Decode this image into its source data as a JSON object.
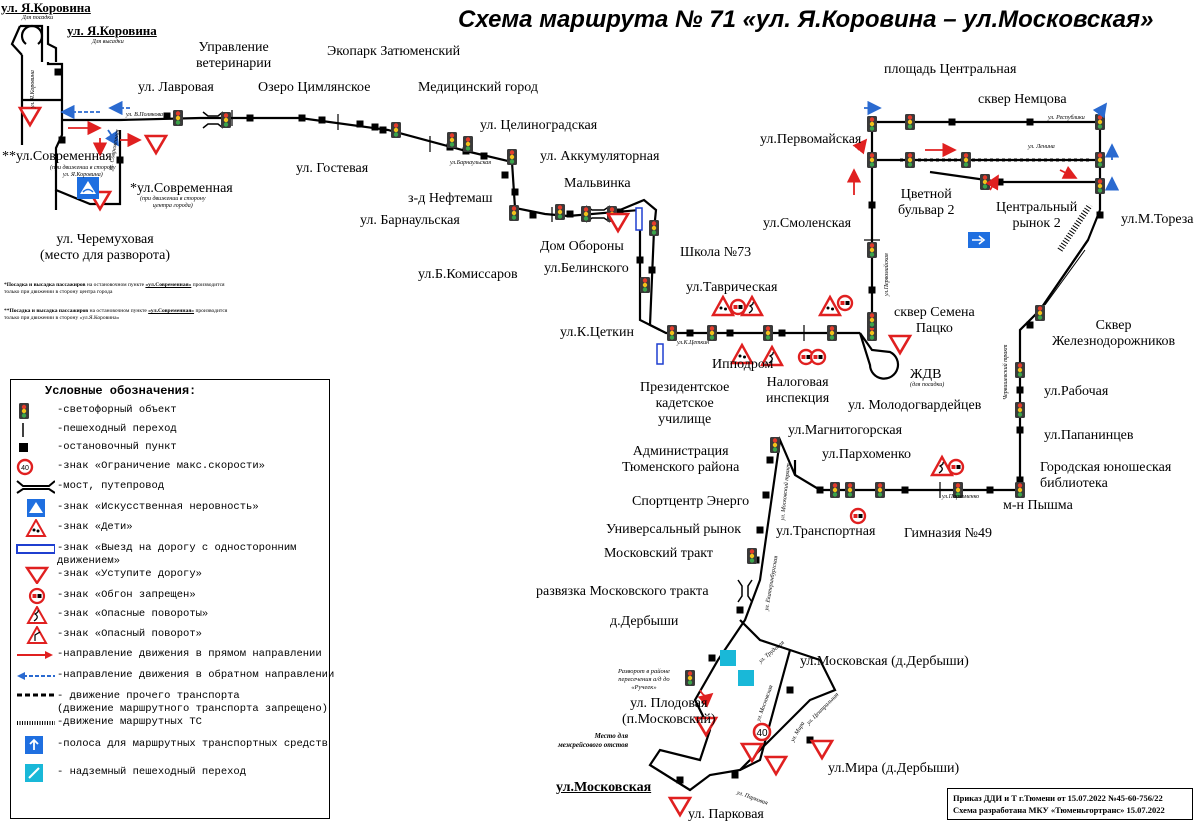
{
  "title": "Схема маршрута № 71 «ул. Я.Коровина – ул.Московская»",
  "stops": {
    "ya_korovina_top": "ул. Я.Коровина",
    "ya_korovina_top_sub": "Для посадки",
    "ya_korovina": "ул. Я.Коровина",
    "ya_korovina_sub": "Для высадки",
    "lavrovaya": "ул. Лавровая",
    "upr_vet": "Управление\nветеринарии",
    "ozero": "Озеро Цимлянское",
    "ekopark": "Экопарк Затюменский",
    "med_gorod": "Медицинский город",
    "tselinogradskaya": "ул. Целиноградская",
    "gostevaya": "ул. Гостевая",
    "akkumulyatornaya": "ул. Аккумуляторная",
    "neftemash": "з-д Нефтемаш",
    "barnaulskaya": "ул. Барнаульская",
    "malvinka": "Мальвинка",
    "dom_oborony": "Дом Обороны",
    "belinskogo": "ул.Белинского",
    "shkola73": "Школа №73",
    "b_komissarov": "ул.Б.Комиссаров",
    "tavricheskaya": "ул.Таврическая",
    "k_tsetkin": "ул.К.Цеткин",
    "ippodrom": "Ипподром",
    "prez_uchilische": "Президентское\nкадетское\nучилище",
    "nalogovaya": "Налоговая\nинспекция",
    "sovremennaya_2": "**ул.Современная",
    "sovremennaya_2_sub": "(при движении в сторону\nул. Я.Коровина)",
    "sovremennaya_1": "*ул.Современная",
    "sovremennaya_1_sub": "(при движении в сторону\nцентра города)",
    "cheremuhovaya": "ул. Черемуховая\n(место для разворота)",
    "pl_centralnaya": "площадь Центральная",
    "skver_nemtsova": "сквер Немцова",
    "pervomayskaya": "ул.Первомайская",
    "tsvetnoy_bulvar": "Цветной\nбульвар 2",
    "central_rynok": "Центральный\nрынок 2",
    "m_toreza": "ул.М.Тореза",
    "smolenskaya": "ул.Смоленская",
    "skver_pattsko": "сквер Семена\nПацко",
    "zhdv": "ЖДВ",
    "zhdv_sub": "(для посадки)",
    "skver_zheleznodor": "Сквер\nЖелезнодорожников",
    "rabochaya": "ул.Рабочая",
    "molodogvardeytsev": "ул. Молодогвардейцев",
    "papanintsev": "ул.Папанинцев",
    "magnitogorskaya": "ул.Магнитогорская",
    "parkhomenko": "ул.Пархоменко",
    "biblioteka": "Городская юношеская\nбиблиотека",
    "admin_tyum": "Администрация\nТюменского района",
    "mn_pyshma": "м-н Пышма",
    "sportcentr": "Спортцентр Энерго",
    "transportnaya": "ул.Транспортная",
    "gimnaziya49": "Гимназия №49",
    "univ_rynok": "Универсальный рынок",
    "mosk_trakt": "Московский тракт",
    "razvyazka": "развязка Московского тракта",
    "derbyshi": "д.Дербыши",
    "moskovskaya_derb": "ул.Московская (д.Дербыши)",
    "razvorot_note": "Разворот в районе\nпересечения а/д до\n«Ручеек»",
    "plodovaya": "ул. Плодовая\n(п.Московский)",
    "mezhreys": "Место для\nмежрейсового отстоя",
    "mira_derb": "ул.Мира (д.Дербыши)",
    "moskovskaya_end": "ул.Московская",
    "parkovaya": "ул. Парковая"
  },
  "streets": {
    "ya_korovina_v": "ул. Я.Коровина",
    "sovremennaya_v": "ул. Современная",
    "polyakova": "ул. В.Полякова",
    "barnaulskaya_s": "ул.Барнаульская",
    "k_tsetkin_s": "ул.К.Цеткин",
    "pervomayskaya_s": "ул.Первомайская",
    "respubliki": "ул. Республики",
    "lenina": "ул. Ленина",
    "chervishevskiy": "Червишевский тракт",
    "parkhomenko_s": "ул.Пархоменко",
    "moskovskiy_trakt_s": "ул. Московский тракт",
    "ekaterinburgskaya": "ул. Екатеринбургская",
    "trudovaya": "ул. Трудовая",
    "moskovskaya_s": "ул. Московская",
    "tsentralnaya": "ул. Центральная",
    "mira_s": "ул. Мира",
    "parkovaya_s": "ул. Парковая"
  },
  "notes": {
    "n1_prefix": "*Посадка и высадка пассажиров",
    "n1_mid": " на остановочном пункте ",
    "n1_stop": "«ул.Современная»",
    "n1_tail": " производится только при движении в сторону центра города",
    "n2_prefix": "**Посадка и высадка пассажиров",
    "n2_mid": " на остановочном пункте ",
    "n2_stop": "«ул.Современная»",
    "n2_tail": " производится только при движении в сторону «ул.Я.Коровина»"
  },
  "speed_sign": "40",
  "legend": {
    "title": "Условные обозначения:",
    "items": [
      {
        "key": "traffic_light",
        "text": "-светофорный объект"
      },
      {
        "key": "crossing",
        "text": "-пешеходный переход"
      },
      {
        "key": "stop",
        "text": "-остановочный пункт"
      },
      {
        "key": "speed",
        "text": "-знак «Ограничение макс.скорости»"
      },
      {
        "key": "bridge",
        "text": "-мост, путепровод"
      },
      {
        "key": "bump",
        "text": "-знак «Искусственная неровность»"
      },
      {
        "key": "children",
        "text": "-знак «Дети»"
      },
      {
        "key": "oneway",
        "text": "-знак «Выезд на дорогу с односторонним\nдвижением»"
      },
      {
        "key": "yield",
        "text": "-знак «Уступите дорогу»"
      },
      {
        "key": "no_overtake",
        "text": "-знак «Обгон запрещен»"
      },
      {
        "key": "curves",
        "text": "-знак «Опасные повороты»"
      },
      {
        "key": "curve",
        "text": "-знак «Опасный поворот»"
      },
      {
        "key": "forward",
        "text": "-направление движения в прямом направлении"
      },
      {
        "key": "backward",
        "text": "-направление движения в обратном направлении"
      },
      {
        "key": "dashed",
        "text": "- движение прочего транспорта\n(движение маршрутного транспорта запрещено)"
      },
      {
        "key": "route",
        "text": "-движение маршрутных ТС"
      },
      {
        "key": "bus_lane",
        "text": "-полоса для маршрутных транспортных средств"
      },
      {
        "key": "overpass",
        "text": "- надземный пешеходный переход"
      }
    ]
  },
  "order": {
    "line1": "Приказ ДДИ и Т г.Тюмени от 15.07.2022 №45-60-756/22",
    "line2": "Схема разработана МКУ «Тюменьгортранс» 15.07.2022"
  },
  "colors": {
    "route": "#000000",
    "sign_red": "#e02020",
    "arrow_blue": "#2a6ad0",
    "sign_blue": "#1f6fe0"
  }
}
